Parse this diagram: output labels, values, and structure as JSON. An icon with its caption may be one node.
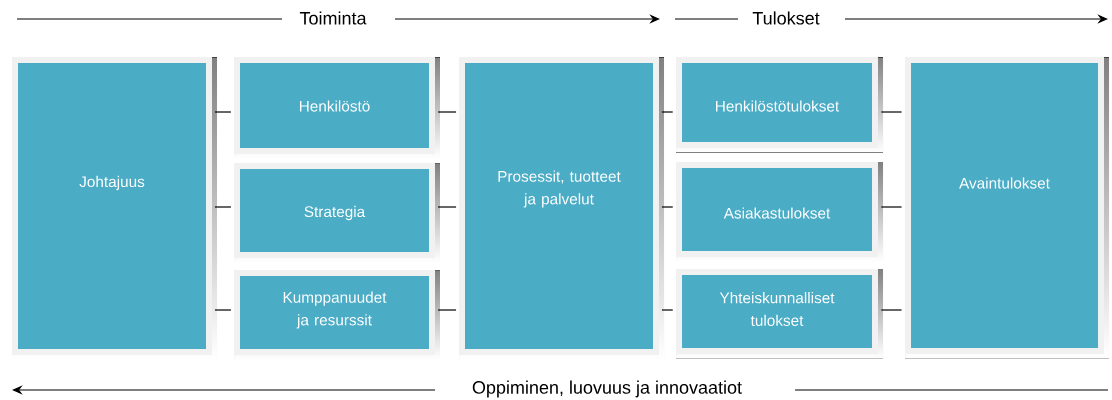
{
  "diagram": {
    "nodes": [
      {
        "text": [
          "Johtajuus"
        ]
      },
      {
        "text": [
          "Henkilöstö"
        ]
      },
      {
        "text": [
          "Strategia"
        ]
      },
      {
        "text": [
          "Kumppanuudet ja resurssit"
        ]
      },
      {
        "text": [
          "Prosessit, tuotteet ja palvelut"
        ]
      },
      {
        "text": [
          "Henkilöstötulokset"
        ]
      },
      {
        "text": [
          "Asiakastulokset"
        ]
      },
      {
        "text": [
          "Yhteiskunnalliset tulokset"
        ]
      },
      {
        "text": [
          "Avaintulokset"
        ]
      }
    ],
    "edges": [
      {
        "from": 0,
        "to": 1,
        "arrow": "none"
      },
      {
        "from": 0,
        "to": 2,
        "arrow": "none"
      },
      {
        "from": 0,
        "to": 3,
        "arrow": "none"
      },
      {
        "from": 1,
        "to": 4,
        "arrow": "none"
      },
      {
        "from": 2,
        "to": 4,
        "arrow": "none"
      },
      {
        "from": 3,
        "to": 4,
        "arrow": "none"
      },
      {
        "from": 4,
        "to": 5,
        "arrow": "none"
      },
      {
        "from": 4,
        "to": 6,
        "arrow": "none"
      },
      {
        "from": 4,
        "to": 7,
        "arrow": "none"
      },
      {
        "from": 5,
        "to": 8,
        "arrow": "none"
      },
      {
        "from": 6,
        "to": 8,
        "arrow": "none"
      },
      {
        "from": 7,
        "to": 8,
        "arrow": "none"
      }
    ],
    "labels": [
      "Toiminta",
      "Tulokset",
      "Oppiminen, luovuus ja innovaatiot"
    ]
  }
}
